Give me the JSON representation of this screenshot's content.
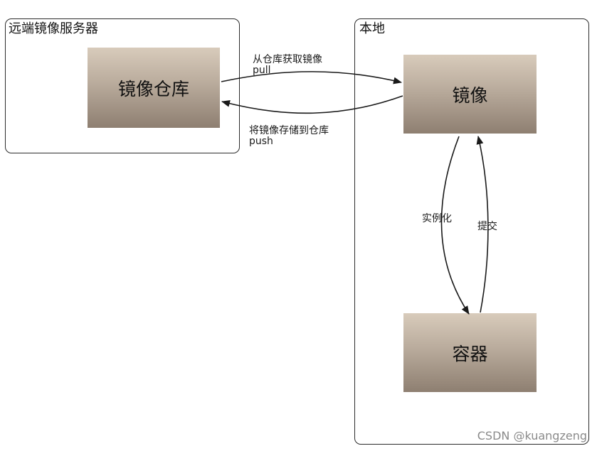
{
  "groups": {
    "remote": {
      "label": "远端镜像服务器"
    },
    "local": {
      "label": "本地"
    }
  },
  "nodes": {
    "registry": {
      "label": "镜像仓库"
    },
    "image": {
      "label": "镜像"
    },
    "container": {
      "label": "容器"
    }
  },
  "edges": {
    "pull": {
      "label_cn": "从仓库获取镜像",
      "label_en": "pull"
    },
    "push": {
      "label_cn": "将镜像存储到仓库",
      "label_en": "push"
    },
    "instantiate": {
      "label": "实例化"
    },
    "commit": {
      "label": "提交"
    }
  },
  "watermark": "CSDN @kuangzeng"
}
